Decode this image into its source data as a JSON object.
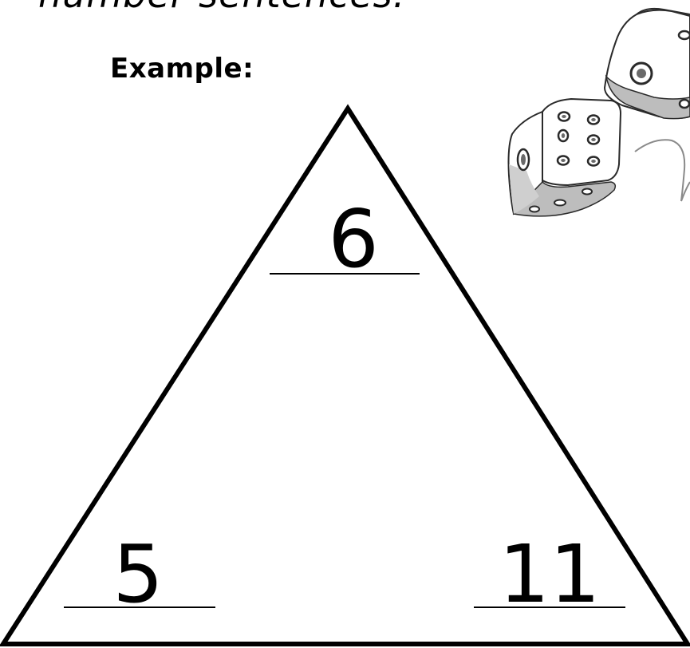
{
  "worksheet": {
    "instruction_fragment": "number sentences.",
    "example_label": "Example:"
  },
  "fact_triangle": {
    "top_number": "6",
    "bottom_left_number": "5",
    "bottom_right_number": "11"
  },
  "colors": {
    "ink": "#000000",
    "dice_outline": "#2a2a2a",
    "dice_shade": "#bdbdbd",
    "dice_dark": "#6a6a6a"
  },
  "decoration": {
    "icon": "dice-icon"
  }
}
